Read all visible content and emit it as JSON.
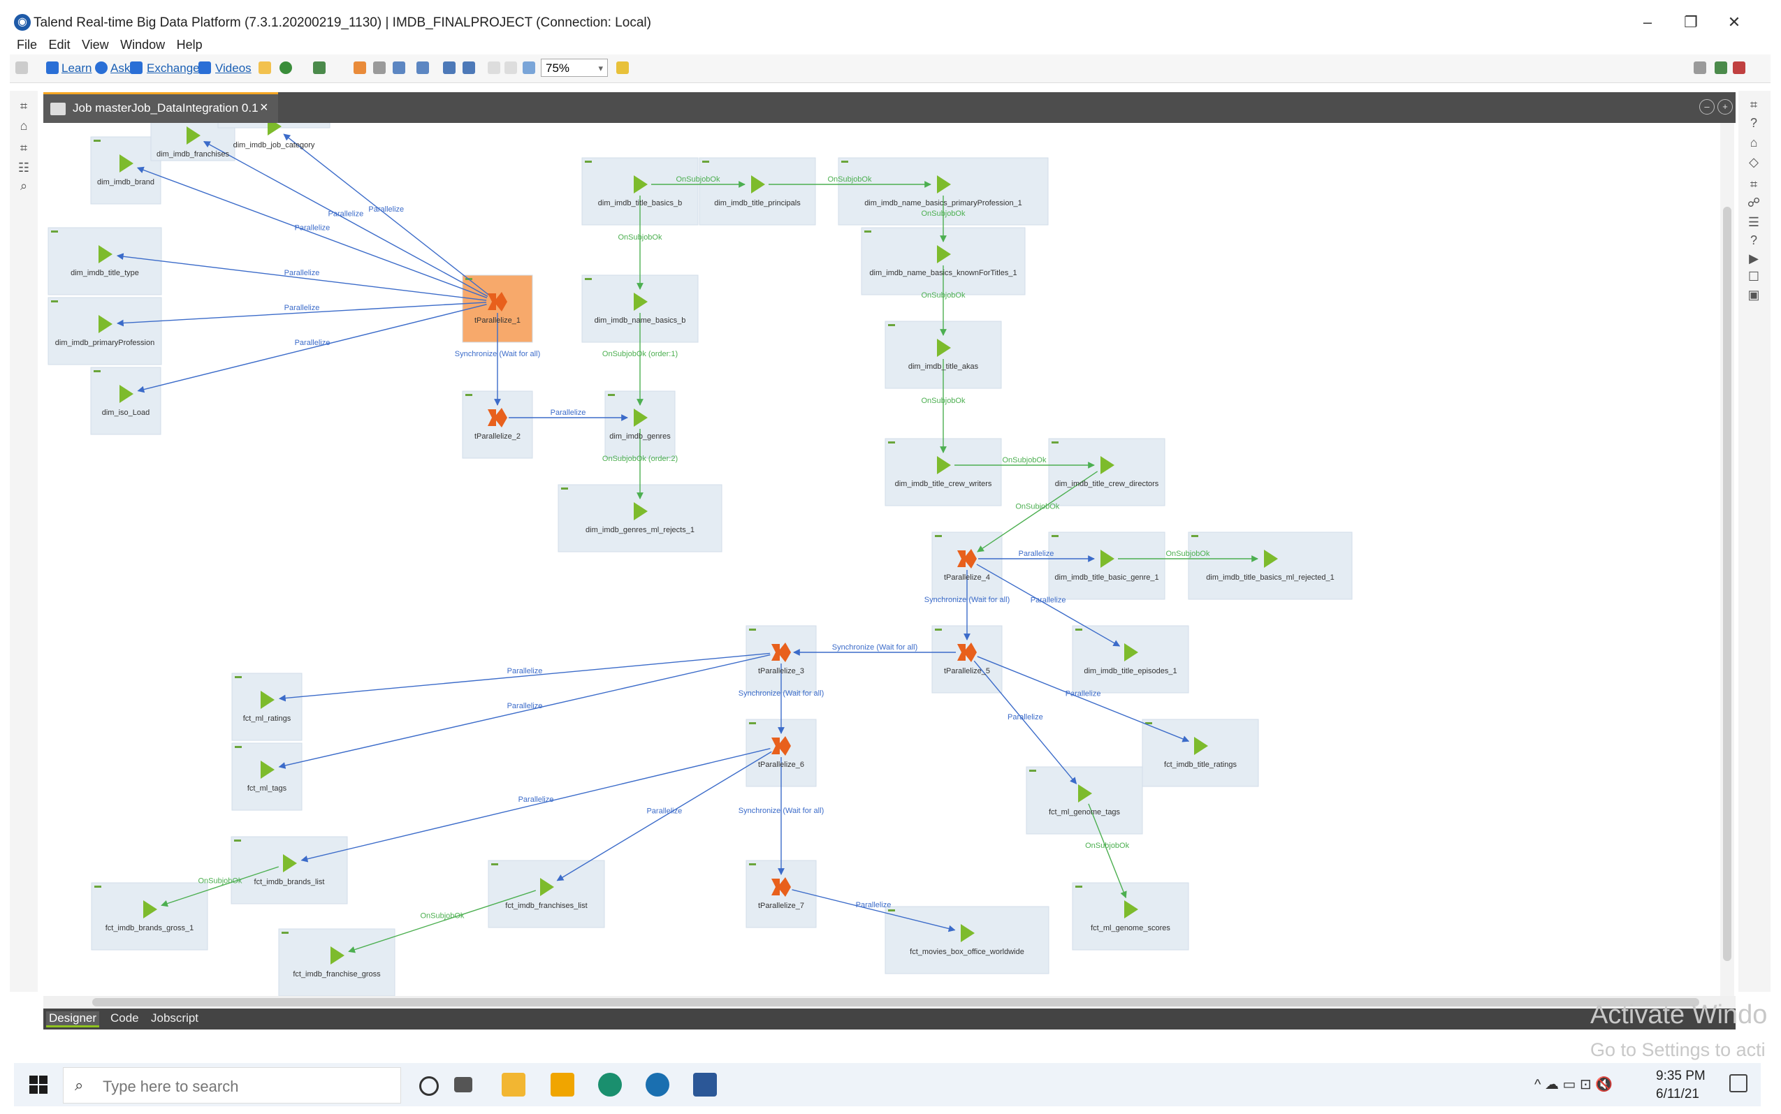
{
  "window": {
    "title": "Talend Real-time Big Data Platform (7.3.1.20200219_1130) | IMDB_FINALPROJECT (Connection: Local)",
    "minimize": "–",
    "restore": "❐",
    "close": "✕"
  },
  "menu": [
    "File",
    "Edit",
    "View",
    "Window",
    "Help"
  ],
  "toolbar": {
    "learn": "Learn",
    "ask": "Ask",
    "exchange": "Exchange",
    "videos": "Videos",
    "zoom": "75%"
  },
  "editor": {
    "tab_label": "Job masterJob_DataIntegration 0.1",
    "tab_close": "×"
  },
  "bottom_tabs": [
    "Designer",
    "Code",
    "Jobscript"
  ],
  "activation": {
    "line1": "Activate Windo",
    "line2": "Go to Settings to acti"
  },
  "taskbar": {
    "search_placeholder": "Type here to search",
    "time": "9:35 PM",
    "date": "6/11/21"
  },
  "colors": {
    "connection_parallelize": "#3b6bc9",
    "connection_onsubjobok": "#4caf50",
    "component_green": "#7dbb2c",
    "component_orange": "#e8601c",
    "subjob_bg": "#e4ecf3",
    "selected_bg": "#f7a96b"
  },
  "components": [
    {
      "id": "brand",
      "label": "dim_imdb_brand",
      "kind": "start"
    },
    {
      "id": "franchises",
      "label": "dim_imdb_franchises",
      "kind": "start"
    },
    {
      "id": "jobcat",
      "label": "dim_imdb_job_category",
      "kind": "start"
    },
    {
      "id": "titletype",
      "label": "dim_imdb_title_type",
      "kind": "start"
    },
    {
      "id": "primprof",
      "label": "dim_imdb_primaryProfession",
      "kind": "start"
    },
    {
      "id": "isoload",
      "label": "dim_iso_Load",
      "kind": "start"
    },
    {
      "id": "par1",
      "label": "tParallelize_1",
      "kind": "parallel"
    },
    {
      "id": "par2",
      "label": "tParallelize_2",
      "kind": "parallel"
    },
    {
      "id": "titlebasics",
      "label": "dim_imdb_title_basics_b",
      "kind": "start"
    },
    {
      "id": "titleprinc",
      "label": "dim_imdb_title_principals",
      "kind": "start"
    },
    {
      "id": "namebasicsprof",
      "label": "dim_imdb_name_basics_primaryProfession_1",
      "kind": "start"
    },
    {
      "id": "namebasicsknown",
      "label": "dim_imdb_name_basics_knownForTitles_1",
      "kind": "start"
    },
    {
      "id": "namebasicsb",
      "label": "dim_imdb_name_basics_b",
      "kind": "start"
    },
    {
      "id": "akas",
      "label": "dim_imdb_title_akas",
      "kind": "start"
    },
    {
      "id": "genres",
      "label": "dim_imdb_genres",
      "kind": "start"
    },
    {
      "id": "genresrej",
      "label": "dim_imdb_genres_ml_rejects_1",
      "kind": "start"
    },
    {
      "id": "crewwriters",
      "label": "dim_imdb_title_crew_writers",
      "kind": "start"
    },
    {
      "id": "crewdirectors",
      "label": "dim_imdb_title_crew_directors",
      "kind": "start"
    },
    {
      "id": "par4",
      "label": "tParallelize_4",
      "kind": "parallel"
    },
    {
      "id": "basicgenre",
      "label": "dim_imdb_title_basic_genre_1",
      "kind": "start"
    },
    {
      "id": "basicsrej",
      "label": "dim_imdb_title_basics_ml_rejected_1",
      "kind": "start"
    },
    {
      "id": "par3",
      "label": "tParallelize_3",
      "kind": "parallel"
    },
    {
      "id": "par5",
      "label": "tParallelize_5",
      "kind": "parallel"
    },
    {
      "id": "episodes",
      "label": "dim_imdb_title_episodes_1",
      "kind": "start"
    },
    {
      "id": "mlratings",
      "label": "fct_ml_ratings",
      "kind": "start"
    },
    {
      "id": "mltags",
      "label": "fct_ml_tags",
      "kind": "start"
    },
    {
      "id": "par6",
      "label": "tParallelize_6",
      "kind": "parallel"
    },
    {
      "id": "titleratings",
      "label": "fct_imdb_title_ratings",
      "kind": "start"
    },
    {
      "id": "genometags",
      "label": "fct_ml_genome_tags",
      "kind": "start"
    },
    {
      "id": "brandslist",
      "label": "fct_imdb_brands_list",
      "kind": "start"
    },
    {
      "id": "brandsgross",
      "label": "fct_imdb_brands_gross_1",
      "kind": "start"
    },
    {
      "id": "franchiseslist",
      "label": "fct_imdb_franchises_list",
      "kind": "start"
    },
    {
      "id": "par7",
      "label": "tParallelize_7",
      "kind": "parallel"
    },
    {
      "id": "boxoffice",
      "label": "fct_movies_box_office_worldwide",
      "kind": "start"
    },
    {
      "id": "franchisegross",
      "label": "fct_imdb_franchise_gross",
      "kind": "start"
    },
    {
      "id": "genomescores",
      "label": "fct_ml_genome_scores",
      "kind": "start"
    }
  ],
  "connections": [
    {
      "from": "par1",
      "to": "jobcat",
      "label": "Parallelize",
      "type": "parallelize"
    },
    {
      "from": "par1",
      "to": "franchises",
      "label": "Parallelize",
      "type": "parallelize"
    },
    {
      "from": "par1",
      "to": "brand",
      "label": "Parallelize",
      "type": "parallelize"
    },
    {
      "from": "par1",
      "to": "titletype",
      "label": "Parallelize",
      "type": "parallelize"
    },
    {
      "from": "par1",
      "to": "primprof",
      "label": "Parallelize",
      "type": "parallelize"
    },
    {
      "from": "par1",
      "to": "isoload",
      "label": "Parallelize",
      "type": "parallelize"
    },
    {
      "from": "par1",
      "to": "par2",
      "label": "Synchronize (Wait for all)",
      "type": "parallelize"
    },
    {
      "from": "par2",
      "to": "genres",
      "label": "Parallelize",
      "type": "parallelize"
    },
    {
      "from": "titlebasics",
      "to": "titleprinc",
      "label": "OnSubjobOk",
      "type": "onsubjobok"
    },
    {
      "from": "titleprinc",
      "to": "namebasicsprof",
      "label": "OnSubjobOk",
      "type": "onsubjobok"
    },
    {
      "from": "titlebasics",
      "to": "namebasicsb",
      "label": "OnSubjobOk",
      "type": "onsubjobok"
    },
    {
      "from": "namebasicsb",
      "to": "genres",
      "label": "OnSubjobOk (order:1)",
      "type": "onsubjobok"
    },
    {
      "from": "genres",
      "to": "genresrej",
      "label": "OnSubjobOk (order:2)",
      "type": "onsubjobok"
    },
    {
      "from": "namebasicsprof",
      "to": "namebasicsknown",
      "label": "OnSubjobOk",
      "type": "onsubjobok"
    },
    {
      "from": "namebasicsknown",
      "to": "akas",
      "label": "OnSubjobOk",
      "type": "onsubjobok"
    },
    {
      "from": "akas",
      "to": "crewwriters",
      "label": "OnSubjobOk",
      "type": "onsubjobok"
    },
    {
      "from": "crewwriters",
      "to": "crewdirectors",
      "label": "OnSubjobOk",
      "type": "onsubjobok"
    },
    {
      "from": "crewdirectors",
      "to": "par4",
      "label": "OnSubjobOk",
      "type": "onsubjobok"
    },
    {
      "from": "par4",
      "to": "basicgenre",
      "label": "Parallelize",
      "type": "parallelize"
    },
    {
      "from": "basicgenre",
      "to": "basicsrej",
      "label": "OnSubjobOk",
      "type": "onsubjobok"
    },
    {
      "from": "par4",
      "to": "episodes",
      "label": "Parallelize",
      "type": "parallelize"
    },
    {
      "from": "par4",
      "to": "par5",
      "label": "Synchronize (Wait for all)",
      "type": "parallelize"
    },
    {
      "from": "par5",
      "to": "par3",
      "label": "Synchronize (Wait for all)",
      "type": "parallelize"
    },
    {
      "from": "par5",
      "to": "titleratings",
      "label": "Parallelize",
      "type": "parallelize"
    },
    {
      "from": "par5",
      "to": "genometags",
      "label": "Parallelize",
      "type": "parallelize"
    },
    {
      "from": "genometags",
      "to": "genomescores",
      "label": "OnSubjobOk",
      "type": "onsubjobok"
    },
    {
      "from": "par3",
      "to": "mlratings",
      "label": "Parallelize",
      "type": "parallelize"
    },
    {
      "from": "par3",
      "to": "mltags",
      "label": "Parallelize",
      "type": "parallelize"
    },
    {
      "from": "par3",
      "to": "par6",
      "label": "Synchronize (Wait for all)",
      "type": "parallelize"
    },
    {
      "from": "par6",
      "to": "brandslist",
      "label": "Parallelize",
      "type": "parallelize"
    },
    {
      "from": "par6",
      "to": "franchiseslist",
      "label": "Parallelize",
      "type": "parallelize"
    },
    {
      "from": "par6",
      "to": "par7",
      "label": "Synchronize (Wait for all)",
      "type": "parallelize"
    },
    {
      "from": "brandslist",
      "to": "brandsgross",
      "label": "OnSubjobOk",
      "type": "onsubjobok"
    },
    {
      "from": "franchiseslist",
      "to": "franchisegross",
      "label": "OnSubjobOk",
      "type": "onsubjobok"
    },
    {
      "from": "par7",
      "to": "boxoffice",
      "label": "Parallelize",
      "type": "parallelize"
    }
  ]
}
